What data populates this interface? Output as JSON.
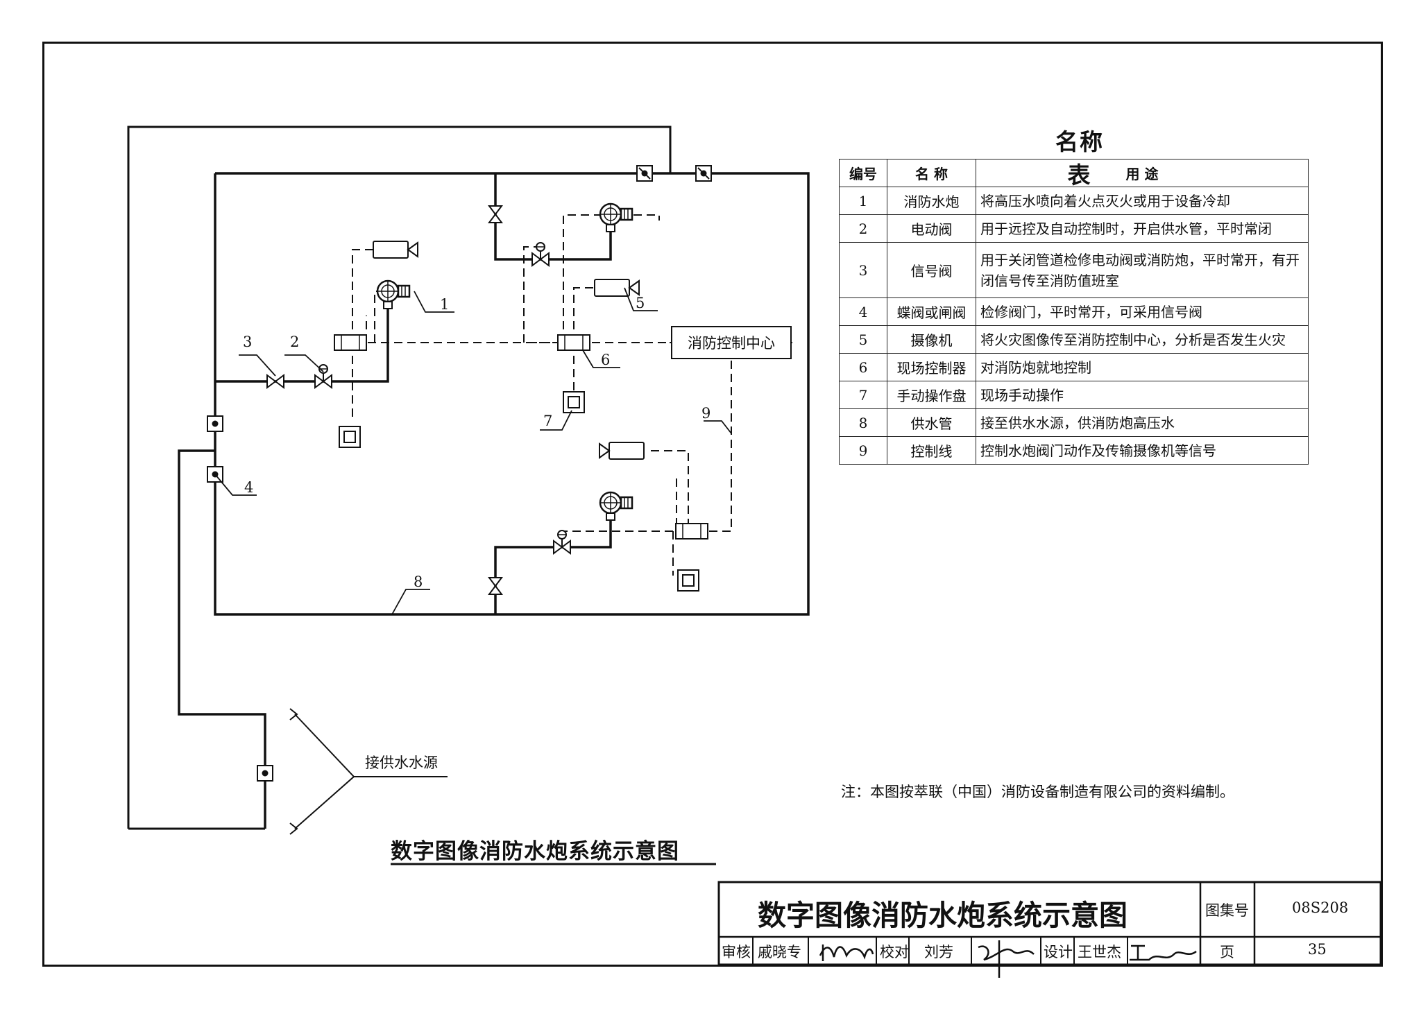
{
  "name_table": {
    "title": "名称表",
    "headers": [
      "编号",
      "名 称",
      "用 途"
    ],
    "rows": [
      {
        "no": "1",
        "name": "消防水炮",
        "use": "将高压水喷向着火点灭火或用于设备冷却"
      },
      {
        "no": "2",
        "name": "电动阀",
        "use": "用于远控及自动控制时，开启供水管，平时常闭"
      },
      {
        "no": "3",
        "name": "信号阀",
        "use": "用于关闭管道检修电动阀或消防炮，平时常开，有开闭信号传至消防值班室"
      },
      {
        "no": "4",
        "name": "蝶阀或闸阀",
        "use": "检修阀门，平时常开，可采用信号阀"
      },
      {
        "no": "5",
        "name": "摄像机",
        "use": "将火灾图像传至消防控制中心，分析是否发生火灾"
      },
      {
        "no": "6",
        "name": "现场控制器",
        "use": "对消防炮就地控制"
      },
      {
        "no": "7",
        "name": "手动操作盘",
        "use": "现场手动操作"
      },
      {
        "no": "8",
        "name": "供水管",
        "use": "接至供水水源，供消防炮高压水"
      },
      {
        "no": "9",
        "name": "控制线",
        "use": "控制水炮阀门动作及传输摄像机等信号"
      }
    ]
  },
  "diagram": {
    "control_center": "消防控制中心",
    "water_source": "接供水水源",
    "callouts": [
      "1",
      "2",
      "3",
      "4",
      "5",
      "6",
      "7",
      "8",
      "9"
    ],
    "title": "数字图像消防水炮系统示意图"
  },
  "note": "注：本图按萃联（中国）消防设备制造有限公司的资料编制。",
  "title_block": {
    "title": "数字图像消防水炮系统示意图",
    "atlas_label": "图集号",
    "atlas_no": "08S208",
    "review_label": "审核",
    "reviewer": "戚晓专",
    "check_label": "校对",
    "checker": "刘芳",
    "design_label": "设计",
    "designer": "王世杰",
    "page_label": "页",
    "page_no": "35"
  }
}
